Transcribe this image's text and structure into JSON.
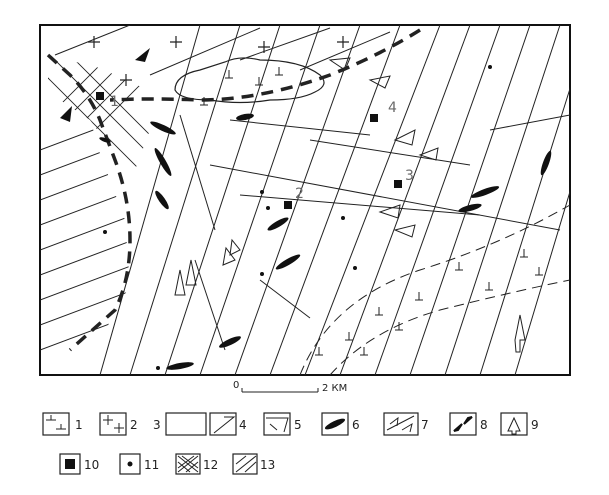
{
  "map": {
    "site_labels": [
      "1",
      "2",
      "3",
      "4"
    ],
    "scale": {
      "start": "0",
      "end": "2 КМ"
    }
  },
  "legend": {
    "items": [
      {
        "number": "1",
        "symbol": "granite-t-pattern"
      },
      {
        "number": "2",
        "symbol": "cross-pattern"
      },
      {
        "number": "3",
        "symbol": "blank"
      },
      {
        "number": "4",
        "symbol": "hatched-corner"
      },
      {
        "number": "5",
        "symbol": "arrow-with-marks"
      },
      {
        "number": "6",
        "symbol": "lens-body"
      },
      {
        "number": "7",
        "symbol": "shear-arrows"
      },
      {
        "number": "8",
        "symbol": "opposing-arrows"
      },
      {
        "number": "9",
        "symbol": "hollow-arrow"
      },
      {
        "number": "10",
        "symbol": "black-square"
      },
      {
        "number": "11",
        "symbol": "dot"
      },
      {
        "number": "12",
        "symbol": "cross-hatch"
      },
      {
        "number": "13",
        "symbol": "diagonal-lines"
      }
    ]
  }
}
